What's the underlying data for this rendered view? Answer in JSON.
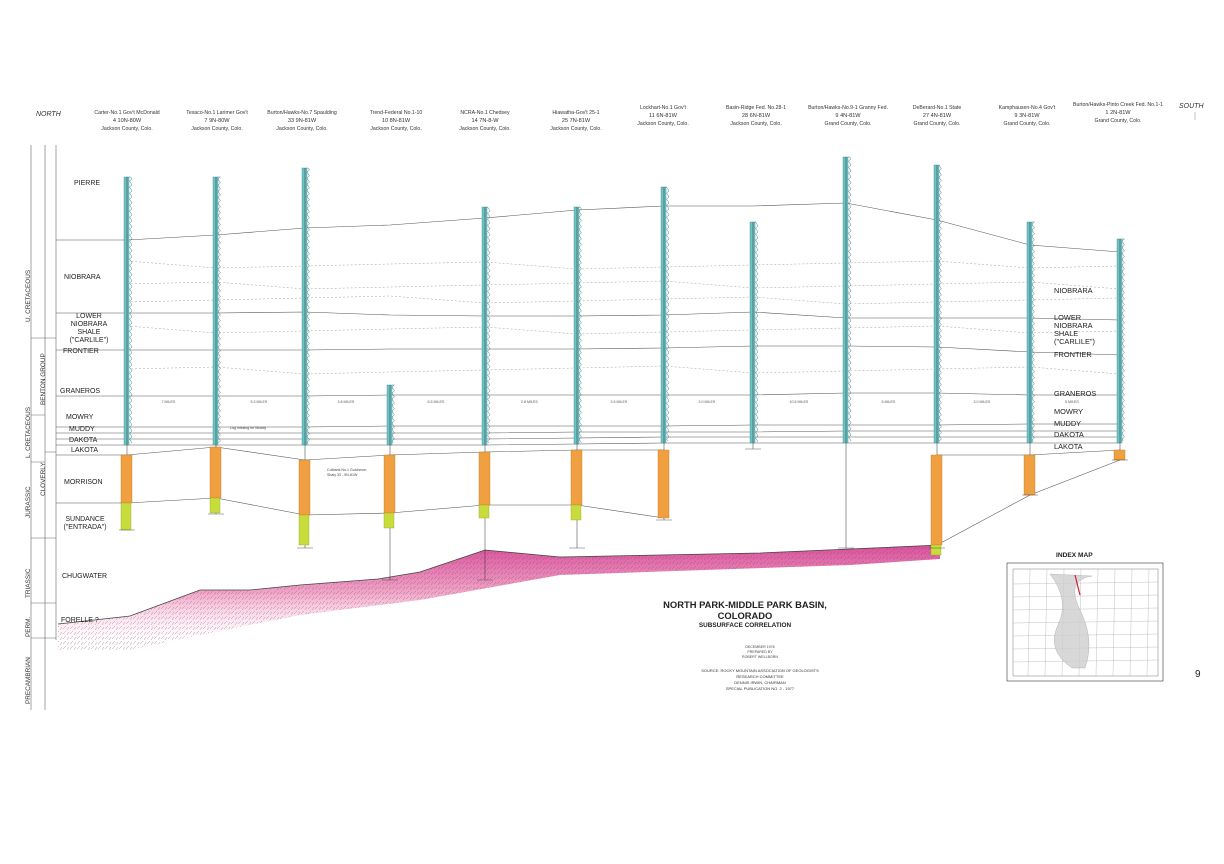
{
  "orientation": {
    "left": "NORTH",
    "right": "SOUTH"
  },
  "wells": [
    {
      "name": "Carter-No.1 Gov't McDonald",
      "location": "4 10N-80W",
      "county": "Jackson County, Colo."
    },
    {
      "name": "Texaco-No.1 Larimer Gov't",
      "location": "7 9N-80W",
      "county": "Jackson County, Colo."
    },
    {
      "name": "Burton/Hawks-No.7 Spaulding",
      "location": "33 9N-81W",
      "county": "Jackson County, Colo."
    },
    {
      "name": "Trend-Federal No.1-10",
      "location": "10 8N-81W",
      "county": "Jackson County, Colo."
    },
    {
      "name": "NCRA-No.1 Chedsey",
      "location": "14 7N-8-W",
      "county": "Jackson County, Colo."
    },
    {
      "name": "Hiawatha-Gov't 25-1",
      "location": "25 7N-81W",
      "county": "Jackson County, Colo."
    },
    {
      "name": "Lockhart-No.1 Gov't",
      "location": "11 6N-81W",
      "county": "Jackson County, Colo."
    },
    {
      "name": "Basin-Ridge Fed. No.28-1",
      "location": "28 6N-81W",
      "county": "Jackson County, Colo."
    },
    {
      "name": "Burton/Hawks-No.9-1 Granny Fed.",
      "location": "9 4N-81W",
      "county": "Grand County, Colo."
    },
    {
      "name": "DeBerard-No.1 State",
      "location": "27 4N-81W",
      "county": "Grand County, Colo."
    },
    {
      "name": "Kamphausen-No.4 Gov't",
      "location": "9 3N-81W",
      "county": "Grand County, Colo."
    },
    {
      "name": "Burton/Hawks-Pinto Creek Fed. No.1-1",
      "location": "1 2N-81W",
      "county": "Grand County, Colo."
    }
  ],
  "spacings": [
    "7 MILES",
    "5.3 MILES",
    "3.8 MILES",
    "6.5 MILES",
    "2.8 MILES",
    "3.5 MILES",
    "3.0 MILES",
    "10.5 MILES",
    "5 MILES",
    "3.0 MILES",
    "5 MILES"
  ],
  "left_formations": [
    "PIERRE",
    "NIOBRARA",
    "LOWER NIOBRARA SHALE (\"CARLILE\")",
    "FRONTIER",
    "GRANEROS",
    "MOWRY",
    "MUDDY",
    "DAKOTA",
    "LAKOTA",
    "MORRISON",
    "SUNDANCE (\"ENTRADA\")",
    "CHUGWATER",
    "FORELLE ?"
  ],
  "right_formations": [
    "NIOBRARA",
    "LOWER NIOBRARA SHALE (\"CARLILE\")",
    "FRONTIER",
    "GRANEROS",
    "MOWRY",
    "MUDDY",
    "DAKOTA",
    "LAKOTA"
  ],
  "ages": [
    "U. CRETACEOUS",
    "BENTON GROUP",
    "L. CRETACEOUS",
    "CLOVERLY",
    "JURASSIC",
    "TRIASSIC",
    "PERM.",
    "PRECAMBRIAN"
  ],
  "annotations": [
    "Log missing for Muddy",
    "Cutbank No.1 Gulchmon Shaly 33 - 9N-81W"
  ],
  "title": {
    "line1": "NORTH PARK-MIDDLE PARK BASIN,",
    "line2": "COLORADO",
    "line3": "SUBSURFACE CORRELATION"
  },
  "credits": [
    "DECEMBER 1976",
    "PREPARED BY",
    "ROBERT WELLBORN"
  ],
  "source": [
    "SOURCE: ROCKY MOUNTAIN ASSOCIATION OF GEOLOGISTS",
    "RESEARCH COMMITTEE",
    "DENNIS IRWIN, CHAIRMAN",
    "SPECIAL PUBLICATION NO. 2 - 1977"
  ],
  "index_map": {
    "title": "INDEX MAP"
  },
  "page_number": "9",
  "colors": {
    "log_fill": "#6cc2c4",
    "cloverly_fill": "#f0a040",
    "sundance_fill": "#c8dc3c",
    "basement_fill": "#e487b3",
    "line": "#555555"
  }
}
